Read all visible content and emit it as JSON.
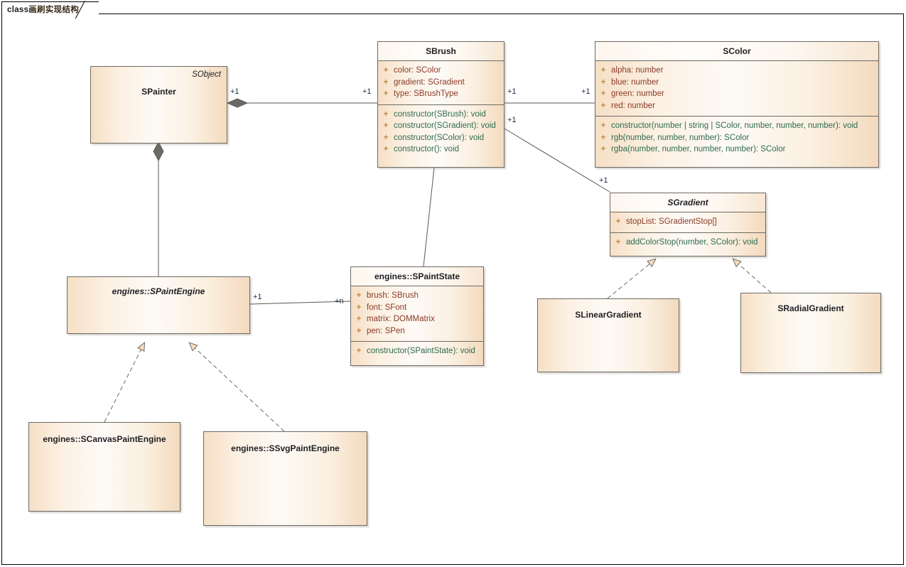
{
  "diagram": {
    "tab_prefix": "class",
    "tab_title": "画刷实现结构",
    "tab_label": "class 画刷实现结构"
  },
  "colors": {
    "box_fill_light": "#fdfaf6",
    "box_fill_peach": "#f6dfc6",
    "box_border": "#6e6a63",
    "attribute_text": "#8a3b28",
    "operation_text": "#2f6b4f",
    "visibility_text": "#c08a3e",
    "title_text": "#1f1f23",
    "multiplicity_text": "#22304a",
    "connector": "#5b5751",
    "arrow_fill": "#f7ddbc"
  },
  "classes": {
    "spainter": {
      "name": "SPainter",
      "stereotype": "SObject",
      "attributes": [],
      "operations": []
    },
    "sbrush": {
      "name": "SBrush",
      "attributes": [
        {
          "vis": "+",
          "text": "color: SColor"
        },
        {
          "vis": "+",
          "text": "gradient: SGradient"
        },
        {
          "vis": "+",
          "text": "type: SBrushType"
        }
      ],
      "operations": [
        {
          "vis": "+",
          "text": "constructor(SBrush): void"
        },
        {
          "vis": "+",
          "text": "constructor(SGradient): void"
        },
        {
          "vis": "+",
          "text": "constructor(SColor): void"
        },
        {
          "vis": "+",
          "text": "constructor(): void"
        }
      ]
    },
    "scolor": {
      "name": "SColor",
      "attributes": [
        {
          "vis": "+",
          "text": "alpha: number"
        },
        {
          "vis": "+",
          "text": "blue: number"
        },
        {
          "vis": "+",
          "text": "green: number"
        },
        {
          "vis": "+",
          "text": "red: number"
        }
      ],
      "operations": [
        {
          "vis": "+",
          "text": "constructor(number | string | SColor, number, number, number): void"
        },
        {
          "vis": "+",
          "text": "rgb(number, number, number): SColor"
        },
        {
          "vis": "+",
          "text": "rgba(number, number, number, number): SColor"
        }
      ]
    },
    "sgradient": {
      "name": "SGradient",
      "attributes": [
        {
          "vis": "+",
          "text": "stopList: SGradientStop[]"
        }
      ],
      "operations": [
        {
          "vis": "+",
          "text": "addColorStop(number, SColor): void"
        }
      ]
    },
    "slineargradient": {
      "name": "SLinearGradient",
      "attributes": [],
      "operations": []
    },
    "sradialgradient": {
      "name": "SRadialGradient",
      "attributes": [],
      "operations": []
    },
    "spaintengine": {
      "name": "engines::SPaintEngine",
      "attributes": [],
      "operations": []
    },
    "spaintstate": {
      "name": "engines::SPaintState",
      "attributes": [
        {
          "vis": "+",
          "text": "brush: SBrush"
        },
        {
          "vis": "+",
          "text": "font: SFont"
        },
        {
          "vis": "+",
          "text": "matrix: DOMMatrix"
        },
        {
          "vis": "+",
          "text": "pen: SPen"
        }
      ],
      "operations": [
        {
          "vis": "+",
          "text": "constructor(SPaintState): void"
        }
      ]
    },
    "scanvaspaintengine": {
      "name": "engines::SCanvasPaintEngine",
      "attributes": [],
      "operations": []
    },
    "ssvgpaintengine": {
      "name": "engines::SSvgPaintEngine",
      "attributes": [],
      "operations": []
    }
  },
  "multiplicities": {
    "painter_brush_src": "+1",
    "painter_brush_dst": "+1",
    "brush_color_src": "+1",
    "brush_color_dst": "+1",
    "brush_gradient_src": "+1",
    "brush_gradient_dst": "+1",
    "engine_state_src": "+1",
    "engine_state_dst": "+n"
  },
  "relations": [
    {
      "from": "SPainter",
      "to": "SBrush",
      "type": "composition"
    },
    {
      "from": "SBrush",
      "to": "SColor",
      "type": "association"
    },
    {
      "from": "SBrush",
      "to": "SGradient",
      "type": "association"
    },
    {
      "from": "SBrush",
      "to": "engines::SPaintState",
      "type": "association"
    },
    {
      "from": "SPainter",
      "to": "engines::SPaintEngine",
      "type": "composition"
    },
    {
      "from": "engines::SPaintEngine",
      "to": "engines::SPaintState",
      "type": "association"
    },
    {
      "from": "engines::SCanvasPaintEngine",
      "to": "engines::SPaintEngine",
      "type": "realization"
    },
    {
      "from": "engines::SSvgPaintEngine",
      "to": "engines::SPaintEngine",
      "type": "realization"
    },
    {
      "from": "SLinearGradient",
      "to": "SGradient",
      "type": "realization"
    },
    {
      "from": "SRadialGradient",
      "to": "SGradient",
      "type": "realization"
    }
  ]
}
